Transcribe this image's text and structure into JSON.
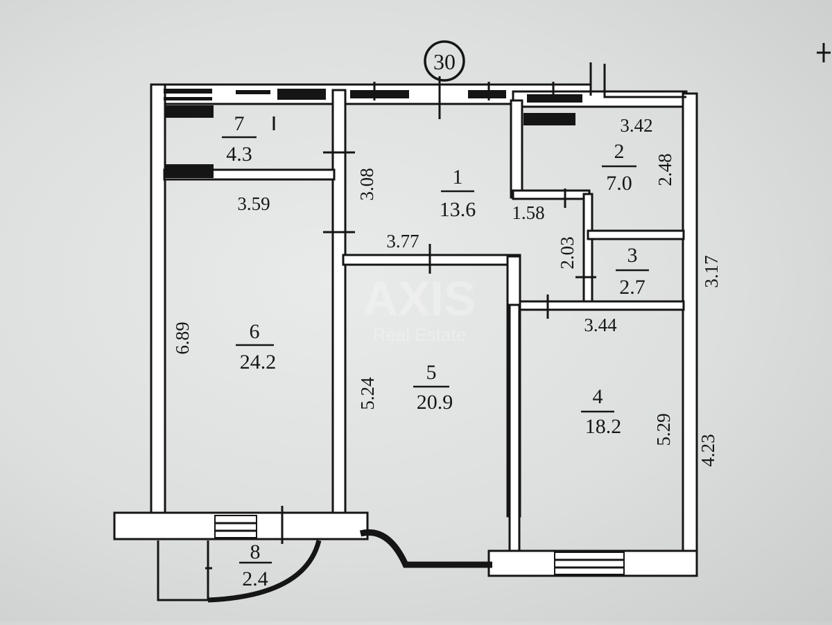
{
  "plan": {
    "axis_label": "30",
    "watermark": {
      "brand": "AXIS",
      "sub": "Real Estate"
    },
    "rooms": [
      {
        "number": "1",
        "area": "13.6"
      },
      {
        "number": "2",
        "area": "7.0"
      },
      {
        "number": "3",
        "area": "2.7"
      },
      {
        "number": "4",
        "area": "18.2"
      },
      {
        "number": "5",
        "area": "20.9"
      },
      {
        "number": "6",
        "area": "24.2"
      },
      {
        "number": "7",
        "area": "4.3"
      },
      {
        "number": "8",
        "area": "2.4"
      }
    ],
    "dimensions": [
      "3.42",
      "2.48",
      "3.59",
      "3.08",
      "1.58",
      "3.77",
      "2.03",
      "3.17",
      "3.44",
      "6.89",
      "5.24",
      "5.29",
      "4.23"
    ]
  },
  "colors": {
    "ink": "#151515",
    "paper": "#dcdfde",
    "wall_fill": "#ffffff"
  }
}
